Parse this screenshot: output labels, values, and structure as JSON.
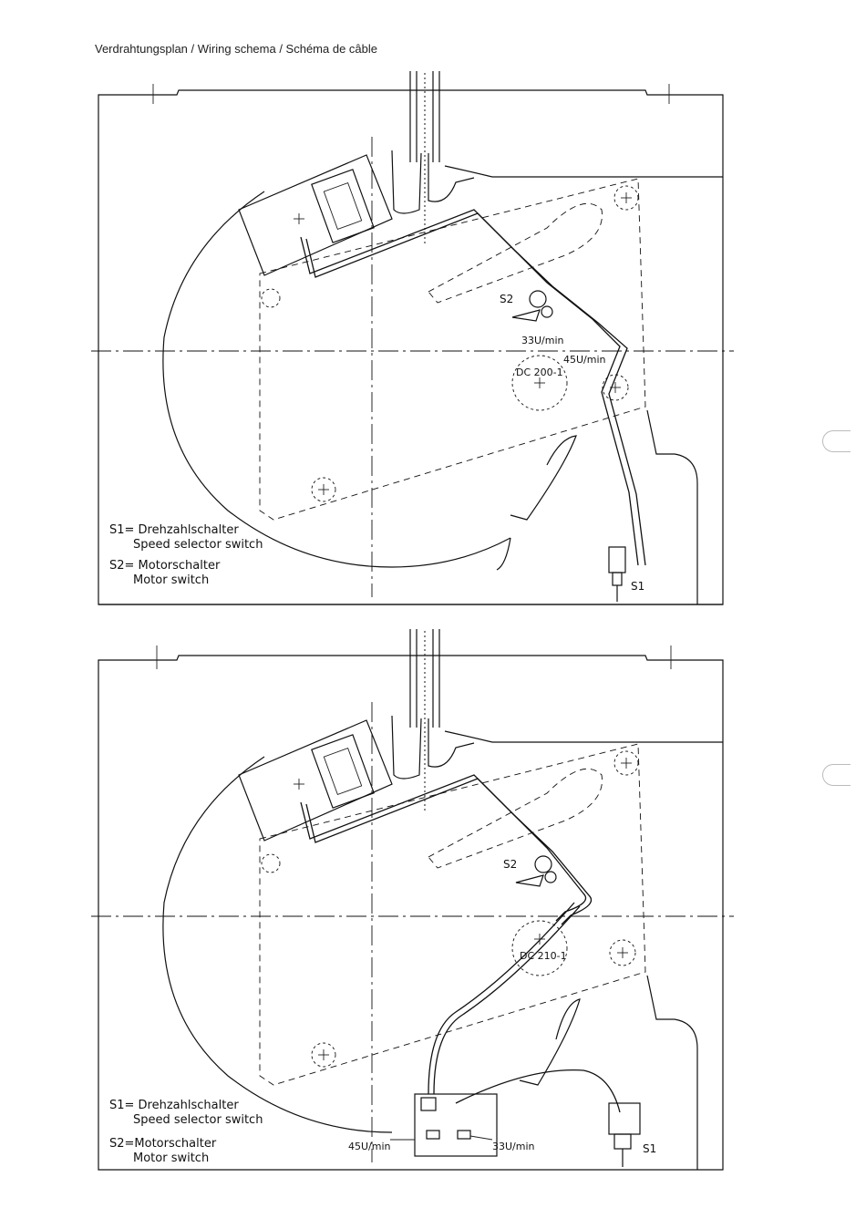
{
  "header": {
    "title": "Verdrahtungsplan / Wiring schema / Schéma de câble"
  },
  "top_diagram": {
    "model_label": "DC 200-1",
    "speed_33": "33U/min",
    "speed_45": "45U/min",
    "s2_tag": "S2",
    "s1_tag": "S1",
    "legend": {
      "s1_line1": "S1= Drehzahlschalter",
      "s1_line2": "Speed selector switch",
      "s2_line1": "S2= Motorschalter",
      "s2_line2": "Motor switch"
    }
  },
  "bottom_diagram": {
    "model_label": "DC 210-1",
    "speed_33": "33U/min",
    "speed_45": "45U/min",
    "s2_tag": "S2",
    "s1_tag": "S1",
    "legend": {
      "s1_line1": "S1= Drehzahlschalter",
      "s1_line2": "Speed selector switch",
      "s2_line1": "S2=Motorschalter",
      "s2_line2": "Motor switch"
    }
  }
}
